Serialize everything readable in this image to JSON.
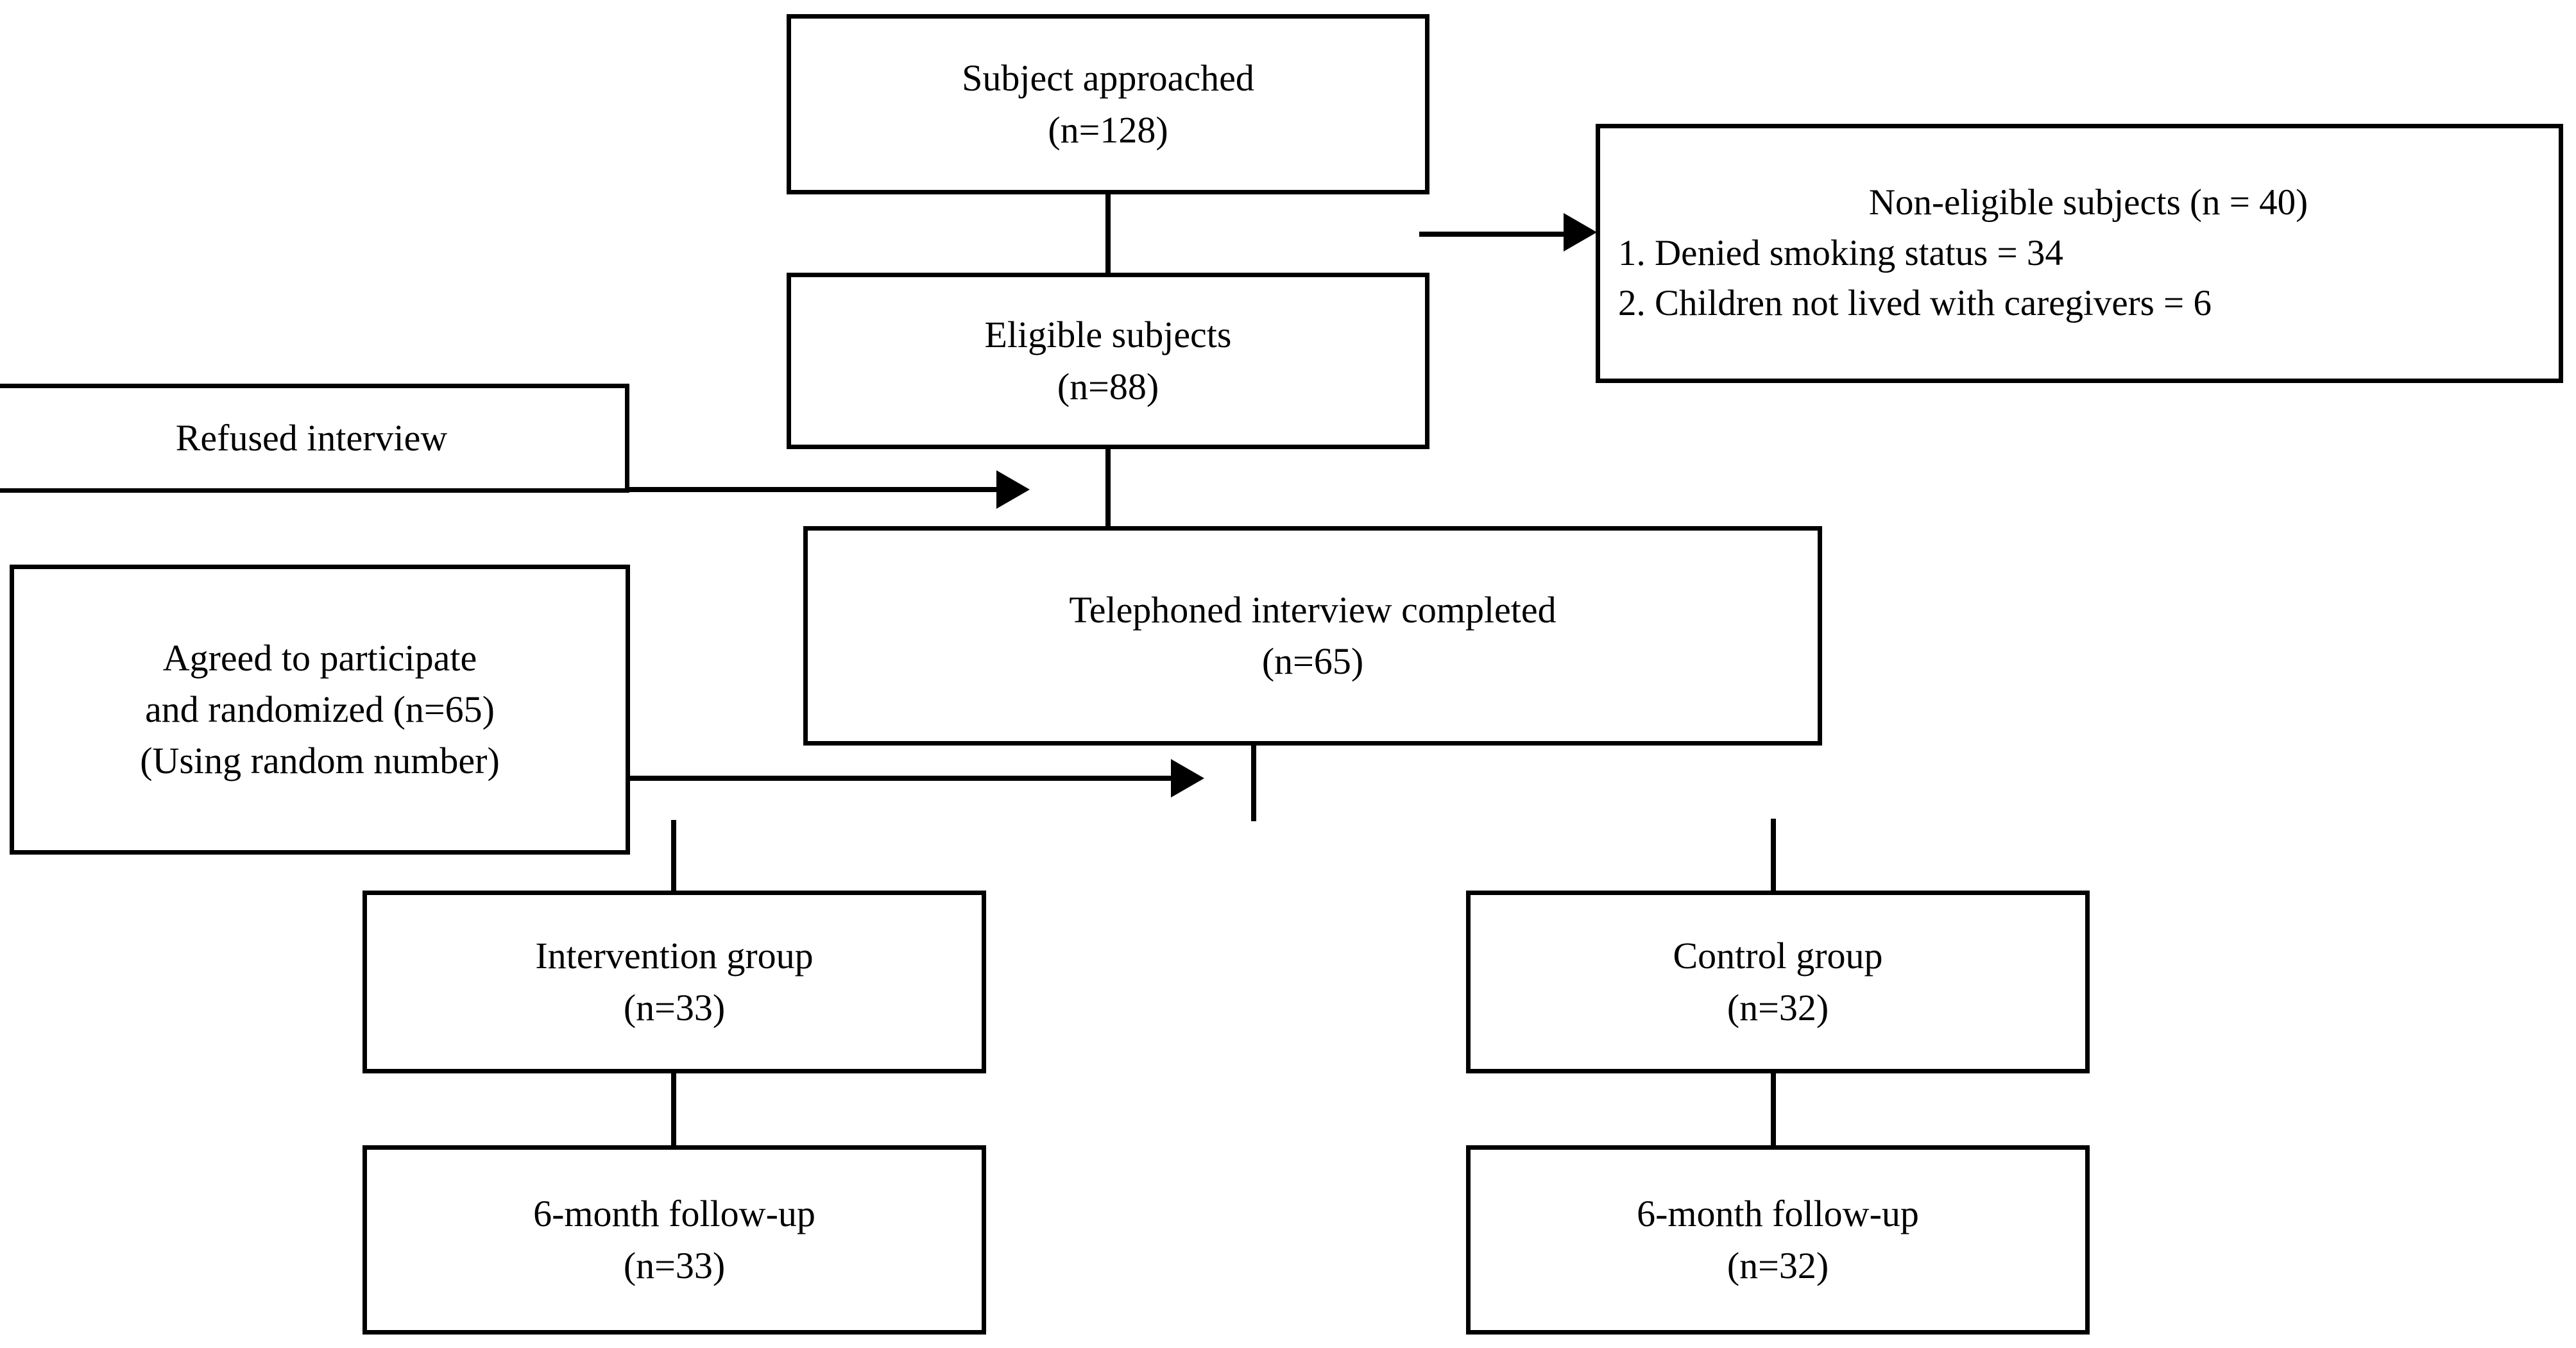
{
  "diagram": {
    "title": "Participant flow diagram",
    "type": "flowchart",
    "colors": {
      "stroke": "#000000",
      "background": "#ffffff",
      "text": "#000000"
    },
    "nodes": {
      "subject_approached": {
        "line1": "Subject approached",
        "line2": "(n=128)"
      },
      "non_eligible": {
        "line1": "Non-eligible subjects (n = 40)",
        "line2": "1. Denied smoking status = 34",
        "line3": "2. Children not lived with caregivers = 6"
      },
      "eligible_subjects": {
        "line1": "Eligible subjects",
        "line2": "(n=88)"
      },
      "refused_interview": {
        "line1": "Refused interview"
      },
      "telephoned_interview": {
        "line1": "Telephoned interview completed",
        "line2": "(n=65)"
      },
      "agreed_randomized": {
        "line1": "Agreed to participate",
        "line2": "and randomized (n=65)",
        "line3": "(Using random number)"
      },
      "intervention_group": {
        "line1": "Intervention group",
        "line2": "(n=33)"
      },
      "control_group": {
        "line1": "Control group",
        "line2": "(n=32)"
      },
      "followup_intervention": {
        "line1": "6-month follow-up",
        "line2": "(n=33)"
      },
      "followup_control": {
        "line1": "6-month follow-up",
        "line2": "(n=32)"
      }
    },
    "edges": [
      {
        "from": "subject_approached",
        "to": "eligible_subjects",
        "style": "plain"
      },
      {
        "from": "subject_approached",
        "to": "non_eligible",
        "style": "arrow"
      },
      {
        "from": "refused_interview",
        "to": "eligible_subjects",
        "style": "arrow"
      },
      {
        "from": "eligible_subjects",
        "to": "telephoned_interview",
        "style": "plain"
      },
      {
        "from": "agreed_randomized",
        "to": "telephoned_interview",
        "style": "arrow"
      },
      {
        "from": "telephoned_interview",
        "to": "intervention_group",
        "style": "plain"
      },
      {
        "from": "telephoned_interview",
        "to": "control_group",
        "style": "plain"
      },
      {
        "from": "intervention_group",
        "to": "followup_intervention",
        "style": "plain"
      },
      {
        "from": "control_group",
        "to": "followup_control",
        "style": "plain"
      }
    ]
  }
}
